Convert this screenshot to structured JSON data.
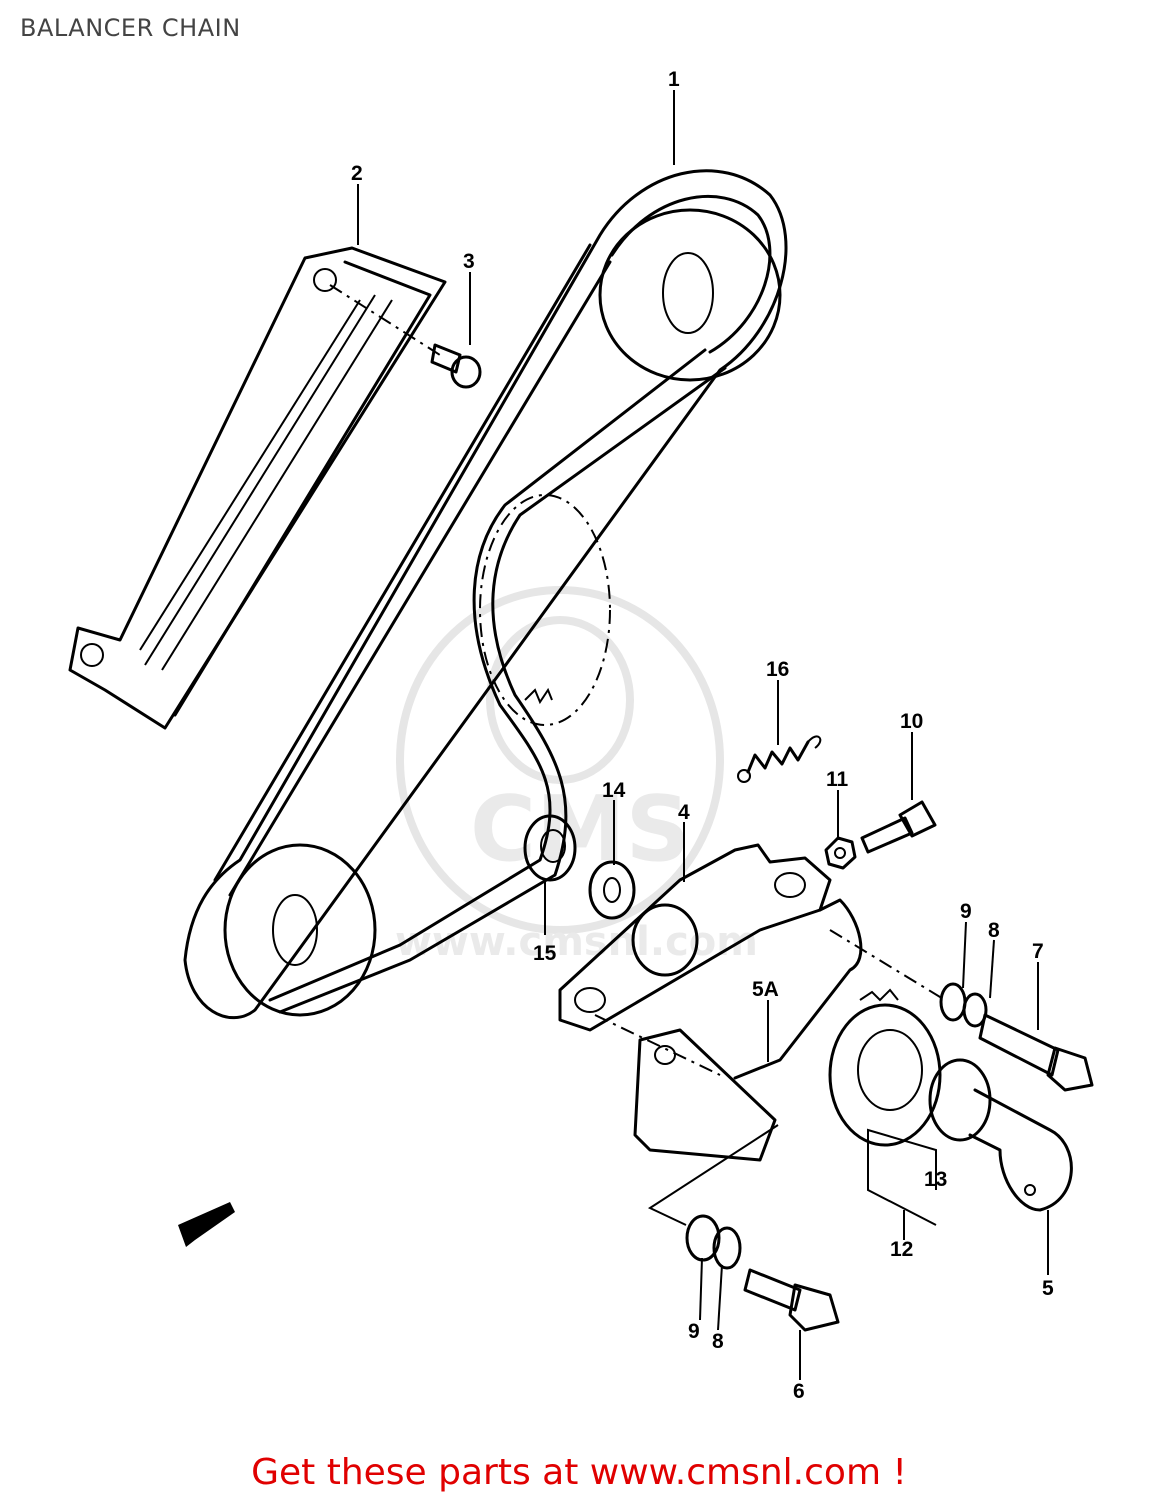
{
  "header": {
    "title": "BALANCER CHAIN"
  },
  "callouts": [
    {
      "id": "c1",
      "label": "1"
    },
    {
      "id": "c2",
      "label": "2"
    },
    {
      "id": "c3",
      "label": "3"
    },
    {
      "id": "c16",
      "label": "16"
    },
    {
      "id": "c10",
      "label": "10"
    },
    {
      "id": "c11",
      "label": "11"
    },
    {
      "id": "c14",
      "label": "14"
    },
    {
      "id": "c4",
      "label": "4"
    },
    {
      "id": "c15",
      "label": "15"
    },
    {
      "id": "c9a",
      "label": "9"
    },
    {
      "id": "c8a",
      "label": "8"
    },
    {
      "id": "c7",
      "label": "7"
    },
    {
      "id": "c5a",
      "label": "5A"
    },
    {
      "id": "c13",
      "label": "13"
    },
    {
      "id": "c12",
      "label": "12"
    },
    {
      "id": "c5",
      "label": "5"
    },
    {
      "id": "c9b",
      "label": "9"
    },
    {
      "id": "c8b",
      "label": "8"
    },
    {
      "id": "c6",
      "label": "6"
    }
  ],
  "watermark": {
    "text": "CMS",
    "url": "www.cmsnl.com"
  },
  "footer": {
    "text": "Get these parts at www.cmsnl.com !",
    "color": "#e00000"
  },
  "icons": [
    "front-direction-arrow-icon"
  ]
}
